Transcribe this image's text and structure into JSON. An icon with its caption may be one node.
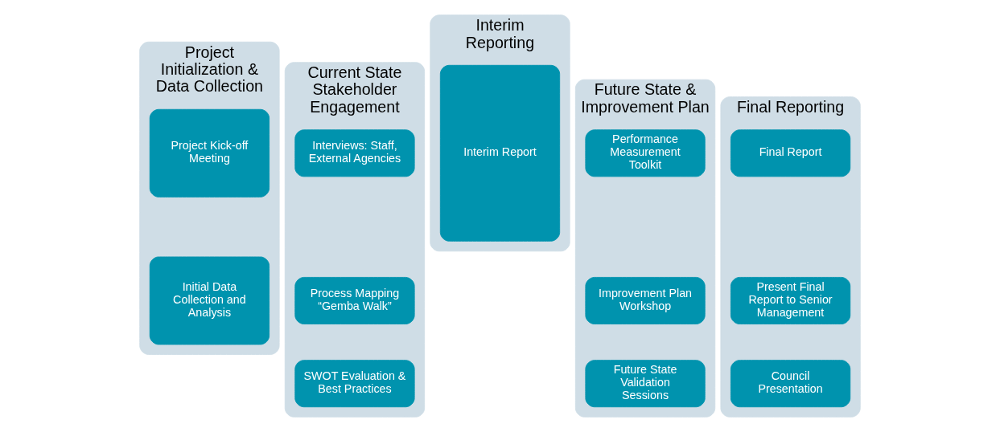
{
  "diagram": {
    "nodes": [
      {
        "text": [
          "Project Initialization & Data Collection"
        ]
      },
      {
        "text": [
          "Project Kick-off Meeting"
        ],
        "in": 0
      },
      {
        "text": [
          "Initial Data Collection and Analysis"
        ],
        "in": 0
      },
      {
        "text": [
          "Current State Stakeholder Engagement"
        ]
      },
      {
        "text": [
          "Interviews: Staff, External Agencies"
        ],
        "in": 3
      },
      {
        "text": [
          "Process Mapping “Gemba Walk”"
        ],
        "in": 3
      },
      {
        "text": [
          "SWOT Evaluation & Best Practices"
        ],
        "in": 3
      },
      {
        "text": [
          "Interim Reporting"
        ]
      },
      {
        "text": [
          "Interim Report"
        ],
        "in": 7
      },
      {
        "text": [
          "Future State & Improvement Plan"
        ]
      },
      {
        "text": [
          "Performance Measurement Toolkit"
        ],
        "in": 9
      },
      {
        "text": [
          "Improvement Plan Workshop"
        ],
        "in": 9
      },
      {
        "text": [
          "Future State Validation Sessions"
        ],
        "in": 9
      },
      {
        "text": [
          "Final Reporting"
        ]
      },
      {
        "text": [
          "Final Report"
        ],
        "in": 13
      },
      {
        "text": [
          "Present Final Report to Senior Management"
        ],
        "in": 13
      },
      {
        "text": [
          "Council Presentation"
        ],
        "in": 13
      }
    ],
    "edges": []
  }
}
